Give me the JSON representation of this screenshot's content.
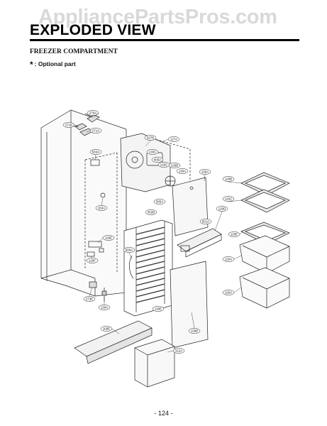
{
  "watermark": "AppliancePartsPros.com",
  "title": "EXPLODED VIEW",
  "section": "FREEZER COMPARTMENT",
  "note": {
    "symbol": "*",
    "text": ": Optional part"
  },
  "part_labels": {
    "p276a": "276A",
    "p271b": "271B",
    "p271a": "271A",
    "p503a": "503A",
    "p153a": "153A",
    "p126e": "126E",
    "p126f": "126F",
    "p273e": "273E",
    "p130a": "130A",
    "p327b": "327B",
    "p127a": "127A",
    "p130c": "130C",
    "p405a": "405A",
    "p126c": "126C",
    "p126b": "126B",
    "p130a_2": "130A",
    "p135a": "135A",
    "p305a": "305A",
    "p302b": "302B",
    "p601a": "601A",
    "p600a": "600A",
    "p130e": "130E",
    "p130b": "130B",
    "p120b": "120B",
    "p120c": "120C",
    "p120d": "120D",
    "p120e": "120E",
    "p120a": "120A",
    "p126a": "126A",
    "p105e": "105E",
    "p312a": "312A"
  },
  "footer": "- 124 -"
}
